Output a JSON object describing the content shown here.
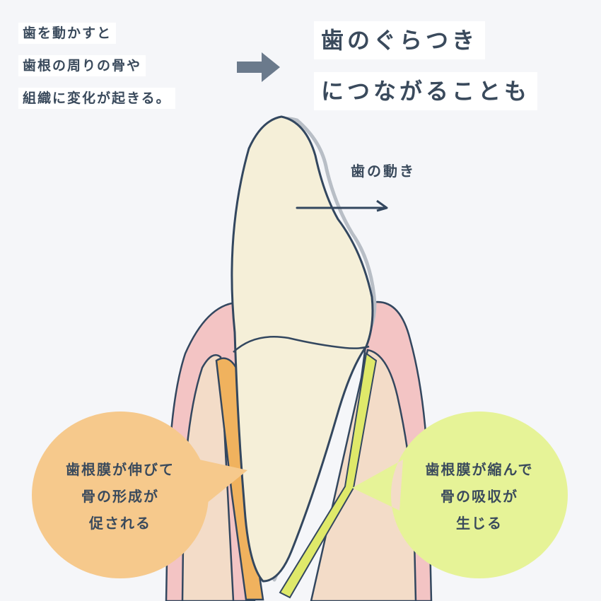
{
  "intro_note": {
    "lines": [
      "歯を動かすと",
      "歯根の周りの骨や",
      "組織に変化が起きる。"
    ]
  },
  "headline": {
    "lines": [
      "歯のぐらつき",
      "につながることも"
    ]
  },
  "movement_label": "歯の動き",
  "left_bubble": {
    "lines": [
      "歯根膜が伸びて",
      "骨の形成が",
      "促される"
    ]
  },
  "right_bubble": {
    "lines": [
      "歯根膜が縮んで",
      "骨の吸収が",
      "生じる"
    ]
  },
  "colors": {
    "background": "#f5f6f9",
    "text": "#3a4a5c",
    "outline": "#33475f",
    "arrow": "#6b7a8c",
    "tooth": "#f5efd8",
    "gum": "#f3c4c4",
    "bone": "#f3dcc8",
    "left_bubble": "#f6c98c",
    "right_bubble": "#e6f397",
    "left_membrane": "#f0b25e",
    "right_membrane": "#dfe96a"
  }
}
